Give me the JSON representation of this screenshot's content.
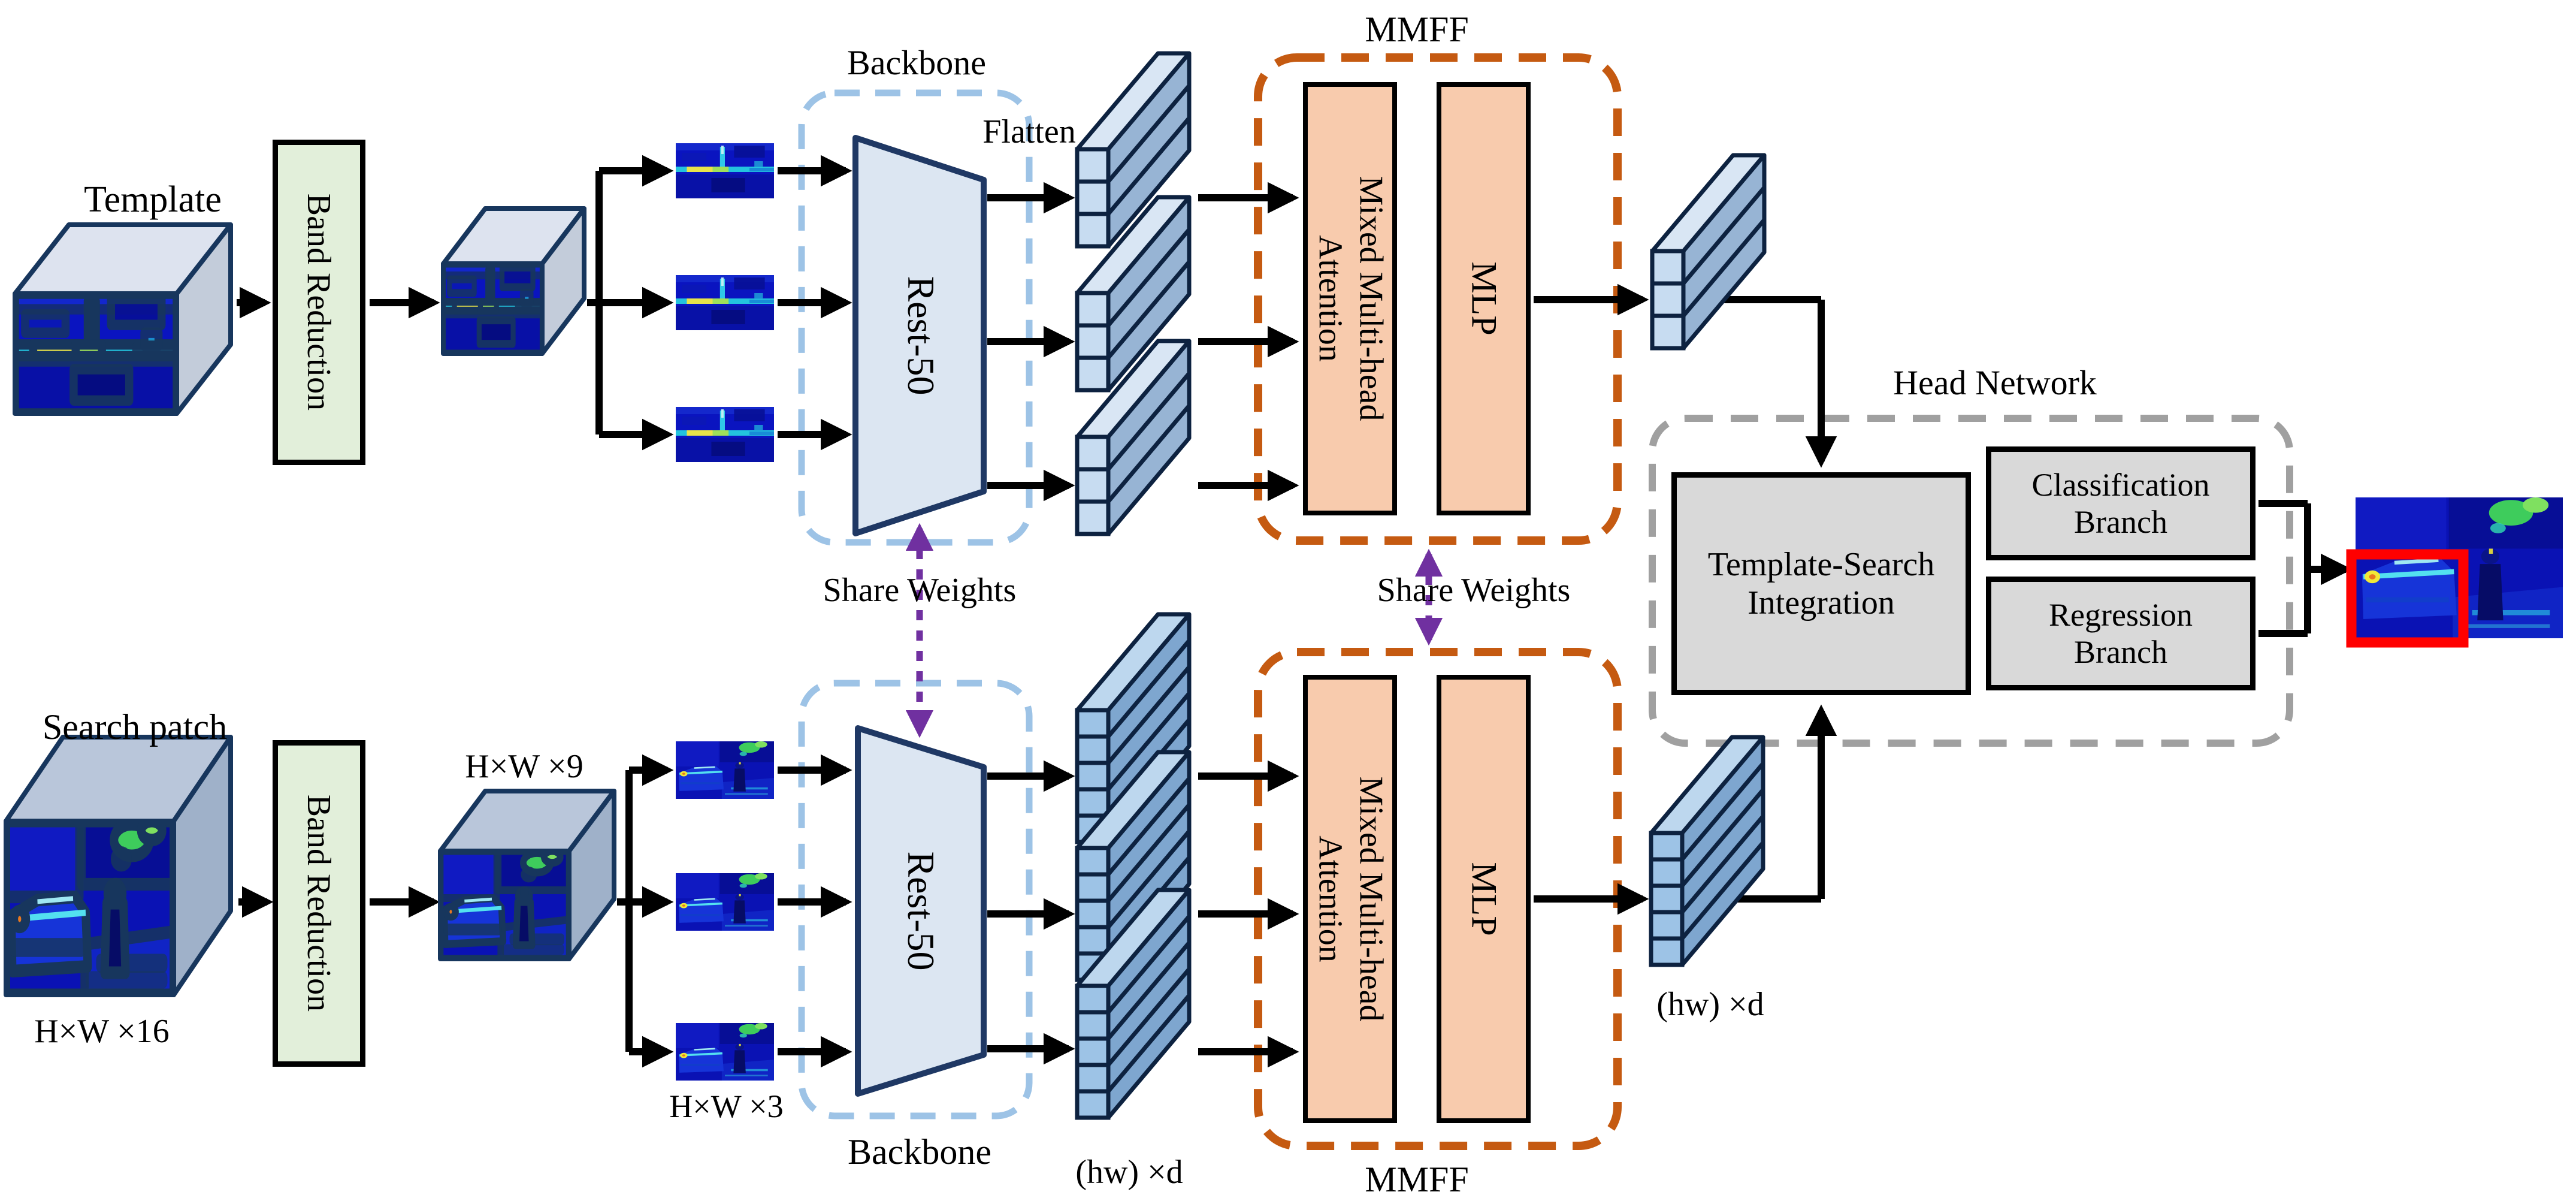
{
  "diagram": {
    "top_branch": {
      "input_label": "Template",
      "band_reduction": "Band Reduction",
      "backbone_label": "Backbone",
      "backbone_model": "Rest-50",
      "flatten_label": "Flatten",
      "mmff_label": "MMFF",
      "attention_label": "Mixed Multi-head Attention",
      "mlp_label": "MLP"
    },
    "bottom_branch": {
      "input_label": "Search patch",
      "input_dims": "H×W ×16",
      "reduced_dims": "H×W ×9",
      "band_dims": "H×W ×3",
      "band_reduction": "Band Reduction",
      "backbone_label": "Backbone",
      "backbone_model": "Rest-50",
      "token_dims": "(hw) ×d",
      "output_token_dims": "(hw) ×d",
      "mmff_label": "MMFF",
      "attention_label": "Mixed Multi-head Attention",
      "mlp_label": "MLP"
    },
    "share_weights_backbone": "Share Weights",
    "share_weights_mmff": "Share Weights",
    "head_network": {
      "label": "Head Network",
      "integration": "Template-Search Integration",
      "classification": "Classification Branch",
      "regression": "Regression Branch"
    },
    "colors": {
      "band_reduction_green": "#E2EFDA",
      "backbone_dash_blue": "#9DC3E6",
      "trapezoid_fill": "#DCE6F2",
      "trapezoid_border": "#1F3864",
      "mmff_dash_orange": "#C55A11",
      "attention_peach": "#F8CBAD",
      "head_box_gray": "#D9D9D9",
      "head_dash_gray": "#A0A0A0",
      "share_weights_purple": "#7030A0",
      "result_box_red": "#FF0000",
      "stack_light_front": "#C7DCF1",
      "stack_dark_front": "#9DC3E6"
    }
  }
}
